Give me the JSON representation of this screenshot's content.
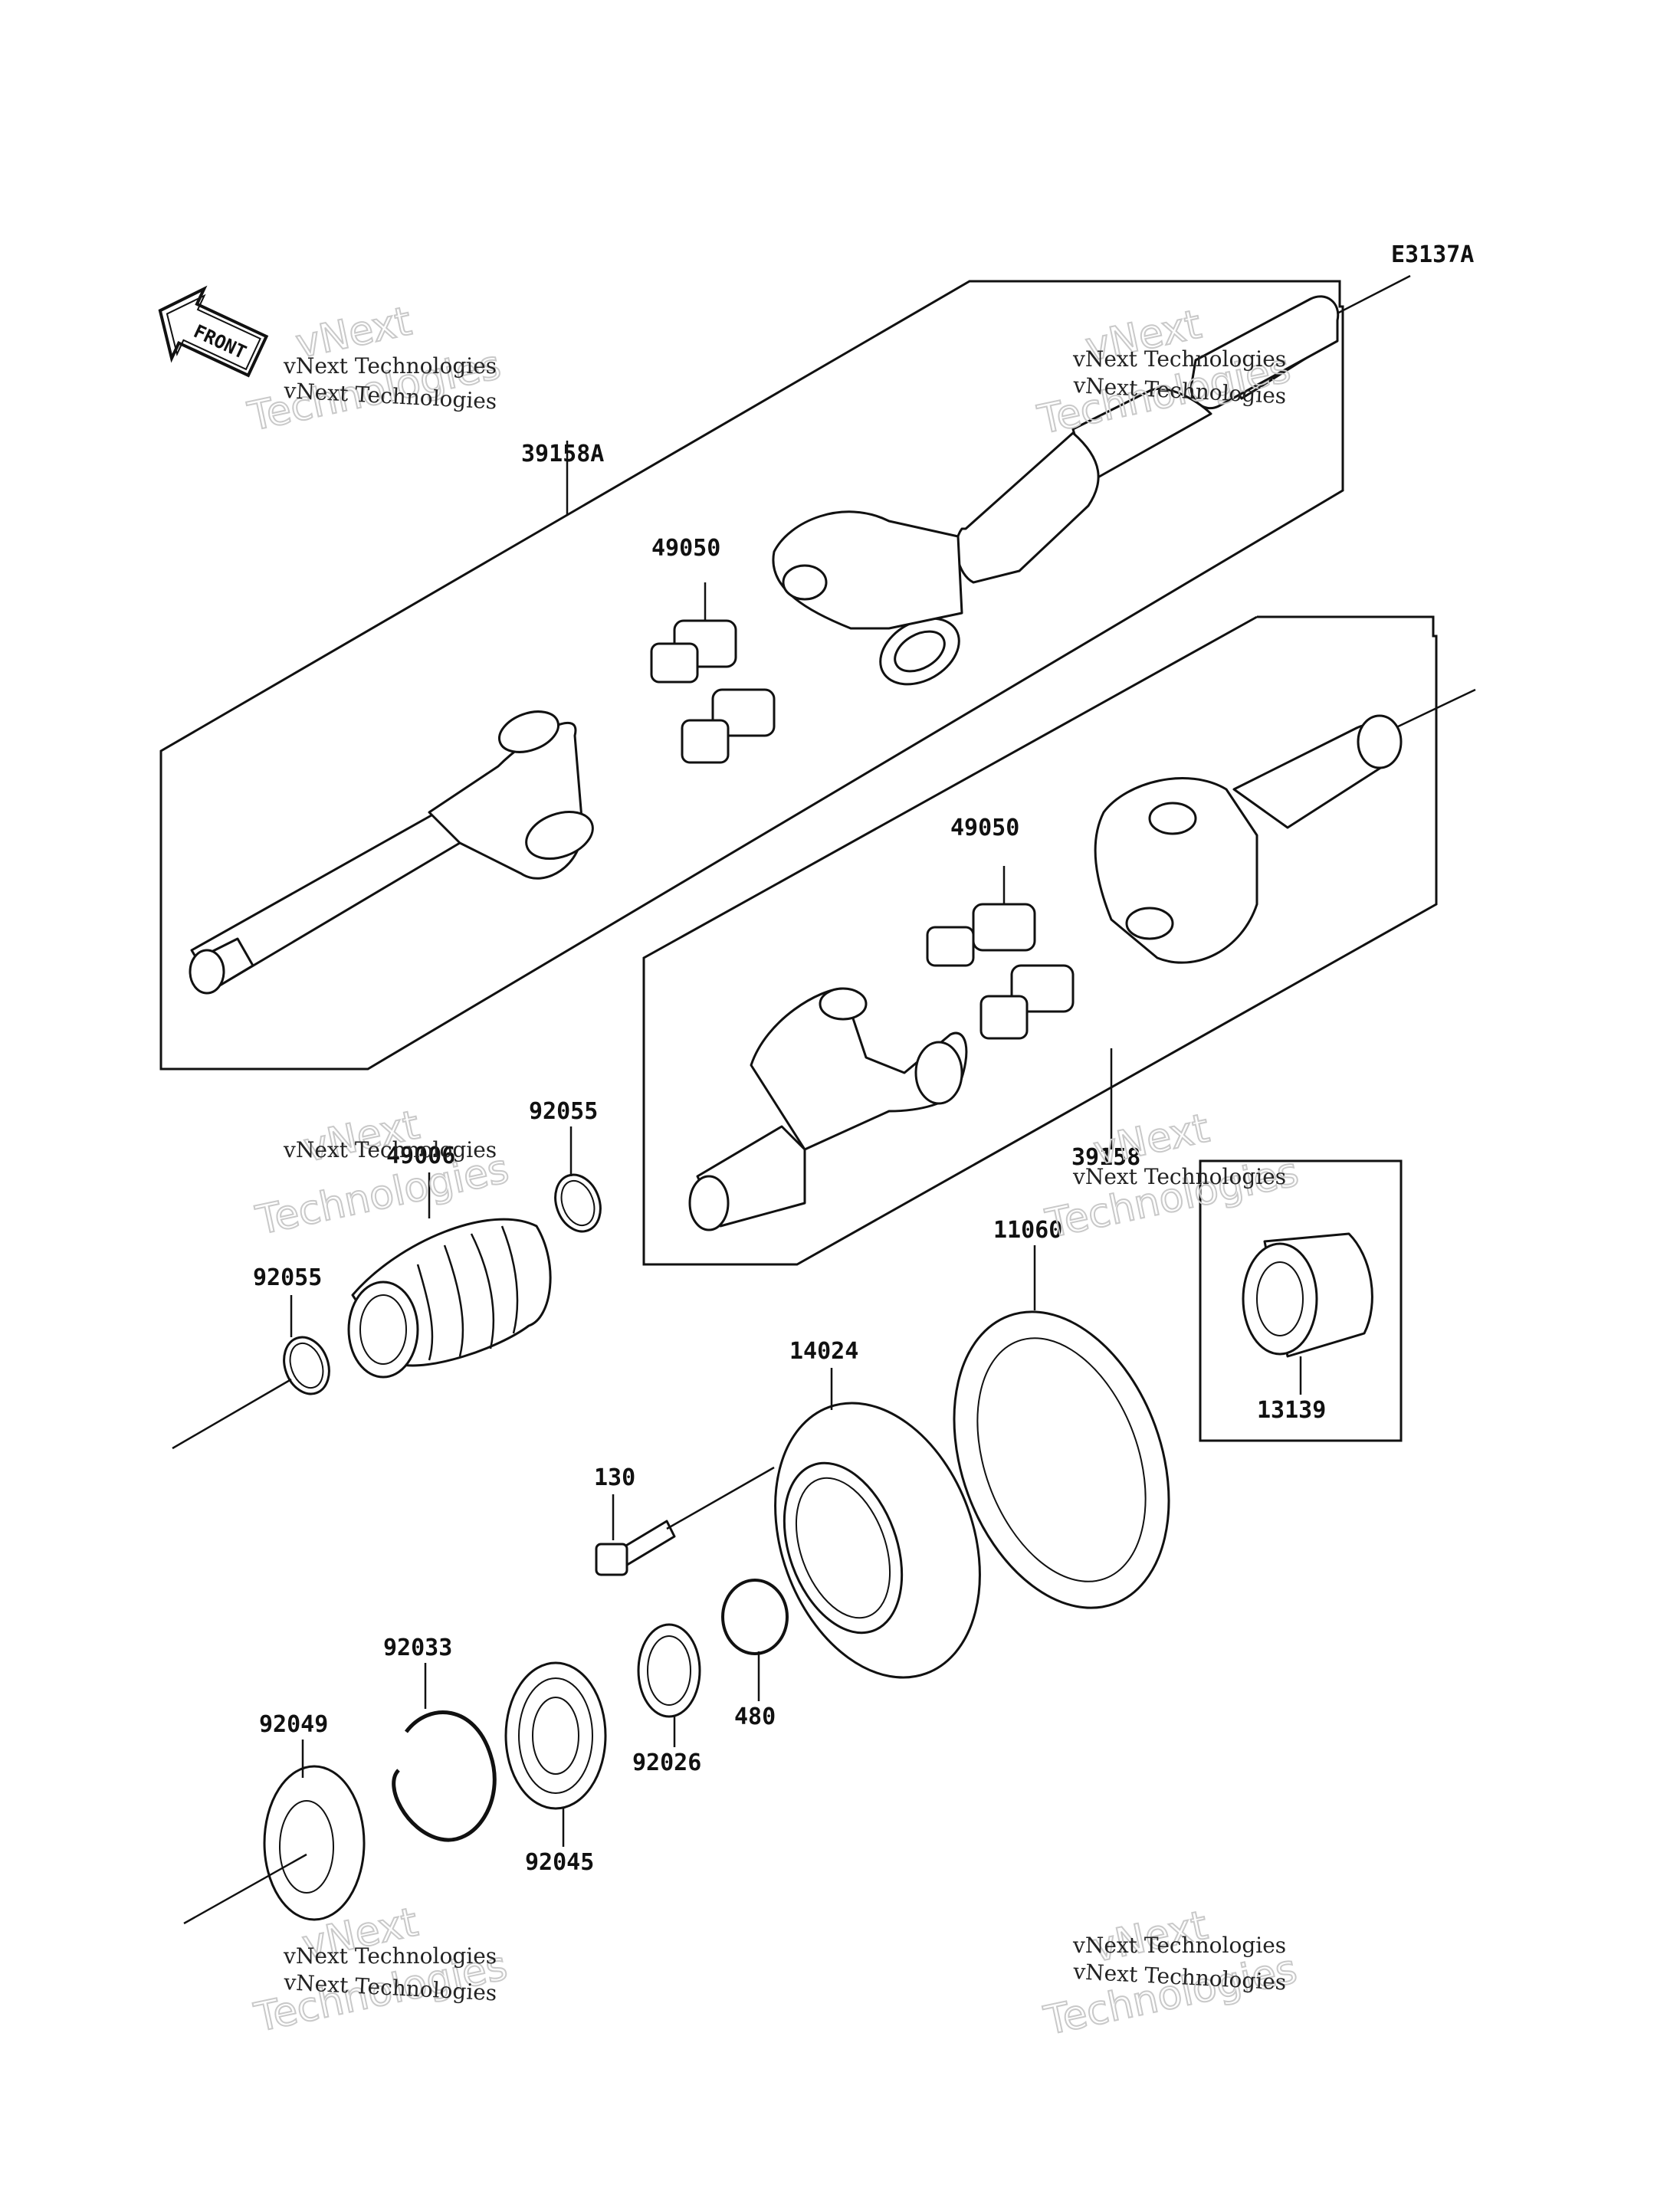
{
  "diagram_code": "E3137A",
  "front_label": "FRONT",
  "watermark": {
    "line1": "vNext Technologies",
    "line2": "vNext",
    "line3": "Technologies"
  },
  "parts": [
    {
      "id": "part-39158A",
      "number": "39158A"
    },
    {
      "id": "part-49050-upper",
      "number": "49050"
    },
    {
      "id": "part-49050-lower",
      "number": "49050"
    },
    {
      "id": "part-39158",
      "number": "39158"
    },
    {
      "id": "part-92055-upper",
      "number": "92055"
    },
    {
      "id": "part-49006",
      "number": "49006"
    },
    {
      "id": "part-92055-lower",
      "number": "92055"
    },
    {
      "id": "part-11060",
      "number": "11060"
    },
    {
      "id": "part-14024",
      "number": "14024"
    },
    {
      "id": "part-13139",
      "number": "13139"
    },
    {
      "id": "part-130",
      "number": "130"
    },
    {
      "id": "part-92033",
      "number": "92033"
    },
    {
      "id": "part-92049",
      "number": "92049"
    },
    {
      "id": "part-92045",
      "number": "92045"
    },
    {
      "id": "part-92026",
      "number": "92026"
    },
    {
      "id": "part-480",
      "number": "480"
    }
  ]
}
